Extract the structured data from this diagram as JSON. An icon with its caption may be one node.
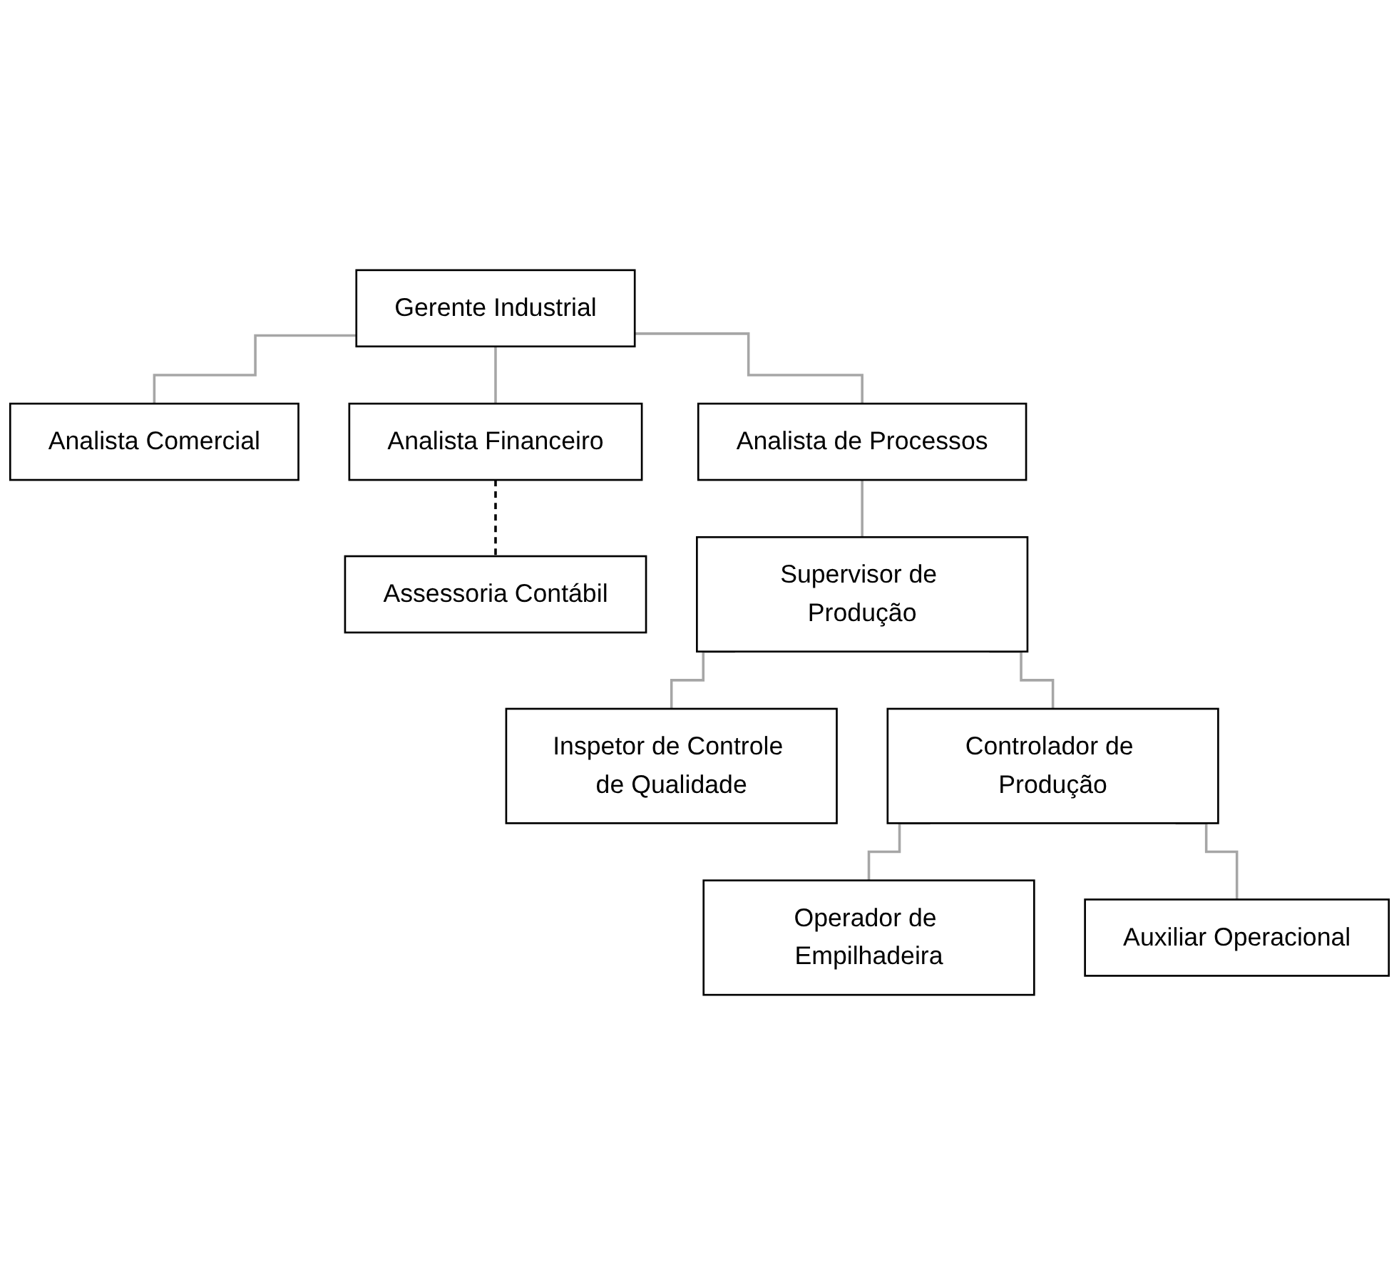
{
  "diagram": {
    "nodes": [
      {
        "text": [
          "Gerente Industrial"
        ]
      },
      {
        "text": [
          "Analista Comercial"
        ]
      },
      {
        "text": [
          "Analista Financeiro"
        ]
      },
      {
        "text": [
          "Analista de Processos"
        ]
      },
      {
        "text": [
          "Assessoria Contábil"
        ]
      },
      {
        "text": [
          "Supervisor de Produção"
        ]
      },
      {
        "text": [
          "Inspetor de Controle de Qualidade"
        ]
      },
      {
        "text": [
          "Controlador de Produção"
        ]
      },
      {
        "text": [
          "Operador de Empilhadeira"
        ]
      },
      {
        "text": [
          "Auxiliar Operacional"
        ]
      }
    ],
    "edges": [
      {
        "from": 0,
        "to": 1,
        "arrow": "none"
      },
      {
        "from": 0,
        "to": 2,
        "arrow": "none"
      },
      {
        "from": 0,
        "to": 3,
        "arrow": "none"
      },
      {
        "from": 2,
        "to": 4,
        "arrow": "none",
        "style": "dashed",
        "color": "#000000"
      },
      {
        "from": 3,
        "to": 5,
        "arrow": "none"
      },
      {
        "from": 5,
        "to": 6,
        "arrow": "none"
      },
      {
        "from": 5,
        "to": 7,
        "arrow": "none"
      },
      {
        "from": 7,
        "to": 8,
        "arrow": "none"
      },
      {
        "from": 7,
        "to": 9,
        "arrow": "none"
      }
    ]
  }
}
